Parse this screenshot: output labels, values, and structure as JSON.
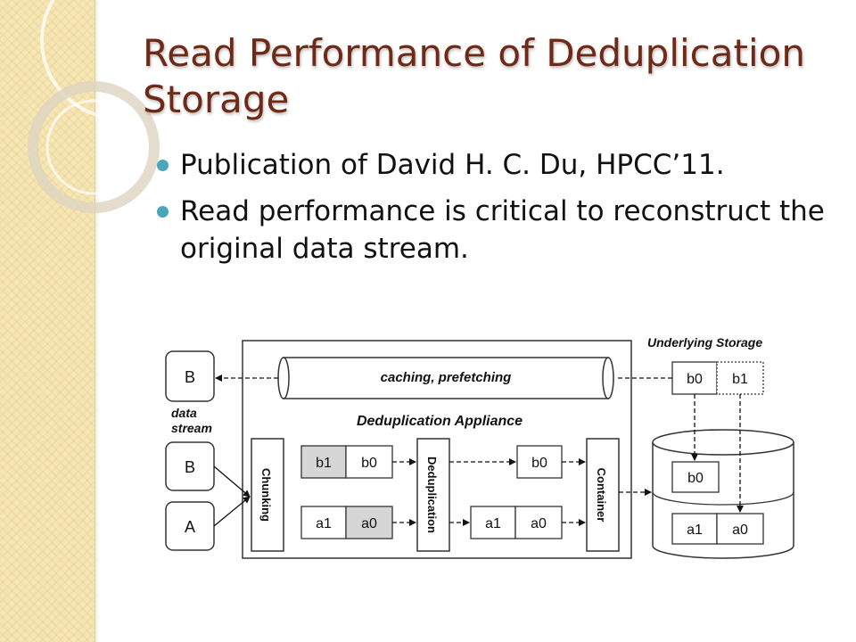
{
  "slide": {
    "title": "Read Performance of Deduplication Storage",
    "bullets": [
      "Publication of David H. C. Du, HPCC’11.",
      "Read performance is critical to reconstruct the original data stream."
    ]
  },
  "diagram": {
    "underlying_storage_label": "Underlying Storage",
    "appliance_label": "Deduplication Appliance",
    "cache_label": "caching, prefetching",
    "data_stream_label_1": "data",
    "data_stream_label_2": "stream",
    "stream_output_chunk": "B",
    "stream_input_chunks": [
      "B",
      "A"
    ],
    "chunking_label": "Chunking",
    "deduplication_label": "Deduplication",
    "container_label": "Container",
    "chunked_row_top": [
      "b1",
      "b0"
    ],
    "chunked_row_bottom": [
      "a1",
      "a0"
    ],
    "dedup_row_top": "b0",
    "dedup_row_bottom": [
      "a1",
      "a0"
    ],
    "storage_top": [
      "b0",
      "b1"
    ],
    "disk_top": "b0",
    "disk_bottom": [
      "a1",
      "a0"
    ],
    "colors": {
      "title": "#6e2a17",
      "bullet": "#4aa7bb",
      "shaded_chunk": "#d6d6d6",
      "side_strip": "#f6e6b4"
    }
  }
}
